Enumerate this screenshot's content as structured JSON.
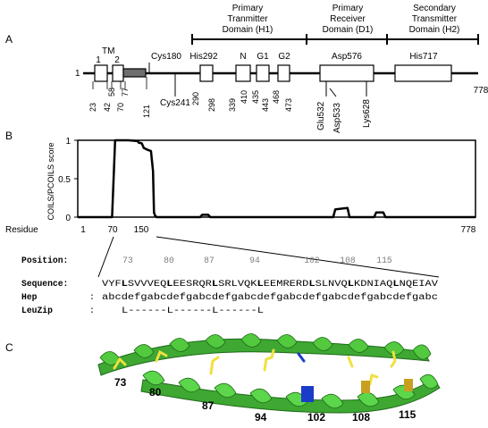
{
  "panel_labels": {
    "a": "A",
    "b": "B",
    "c": "C"
  },
  "panel_a": {
    "domain_headers": [
      {
        "line1": "Primary",
        "line2": "Tranmitter",
        "line3": "Domain (H1)"
      },
      {
        "line1": "Primary",
        "line2": "Receiver",
        "line3": "Domain (D1)"
      },
      {
        "line1": "Secondary",
        "line2": "Transmitter",
        "line3": "Domain (H2)"
      }
    ],
    "start_label": "1",
    "end_label": "778",
    "tm_label": "TM",
    "tm1": "1",
    "tm2": "2",
    "cys180": "Cys180",
    "cys241": "Cys241",
    "his292": "His292",
    "n_box": "N",
    "g1_box": "G1",
    "g2_box": "G2",
    "asp576": "Asp576",
    "his717": "His717",
    "glu532": "Glu532",
    "asp533": "Asp533",
    "lys628": "Lys628",
    "positions": [
      "23",
      "42",
      "58",
      "70",
      "77",
      "121",
      "290",
      "298",
      "339",
      "410",
      "435",
      "443",
      "468",
      "473"
    ]
  },
  "panel_b": {
    "ylabel": "COILS/PCOILS score",
    "residue_label": "Residue",
    "x_ticks": [
      "1",
      "70",
      "150",
      "778"
    ],
    "y_ticks": [
      "1",
      "0.5",
      "0"
    ]
  },
  "chart_data": {
    "type": "line",
    "title": "",
    "ylabel": "COILS/PCOILS score",
    "xlabel": "Residue",
    "xlim": [
      1,
      778
    ],
    "ylim": [
      0,
      1
    ],
    "x": [
      1,
      68,
      74,
      80,
      100,
      118,
      120,
      126,
      130,
      136,
      140,
      144,
      148,
      150,
      152,
      155,
      160,
      240,
      244,
      256,
      260,
      500,
      504,
      528,
      532,
      580,
      584,
      598,
      602,
      778
    ],
    "series": [
      {
        "values": [
          0,
          0,
          1,
          1,
          1,
          0.99,
          0.97,
          0.96,
          0.9,
          0.88,
          0.87,
          0.86,
          0.6,
          0.06,
          0.02,
          0,
          0,
          0,
          0.03,
          0.03,
          0,
          0,
          0.1,
          0.12,
          0,
          0,
          0.06,
          0.06,
          0,
          0
        ]
      }
    ]
  },
  "sequence_panel": {
    "position_label": "Position:",
    "position_numbers": [
      "73",
      "80",
      "87",
      "94",
      "102",
      "108",
      "115"
    ],
    "sequence_label": "Sequence:",
    "hep_label": "Hep",
    "leuzip_label": "LeuZip",
    "colon": ":",
    "sequence": [
      {
        "t": "VYF",
        "b": false
      },
      {
        "t": "L",
        "b": true
      },
      {
        "t": "SVVVEQ",
        "b": false
      },
      {
        "t": "L",
        "b": true
      },
      {
        "t": "EESRQR",
        "b": false
      },
      {
        "t": "L",
        "b": true
      },
      {
        "t": "SRLVQK",
        "b": false
      },
      {
        "t": "L",
        "b": true
      },
      {
        "t": "EEMRERD",
        "b": false
      },
      {
        "t": "L",
        "b": true
      },
      {
        "t": "SLNVQ",
        "b": false
      },
      {
        "t": "L",
        "b": true
      },
      {
        "t": "KDNIAQ",
        "b": false
      },
      {
        "t": "L",
        "b": true
      },
      {
        "t": "NQEIAV",
        "b": false
      }
    ],
    "heptad": "abcdefgabcdefgabcdefgabcdefgabcdefgabcdefgabcdefgabc",
    "leuzip": "L------L------L------L"
  },
  "panel_c": {
    "residue_labels": [
      "73",
      "80",
      "87",
      "94",
      "102",
      "108",
      "115"
    ],
    "helix_color": "#44cc33",
    "sidechain_yellow": "#f0e040",
    "sidechain_blue": "#1a3cc8"
  }
}
